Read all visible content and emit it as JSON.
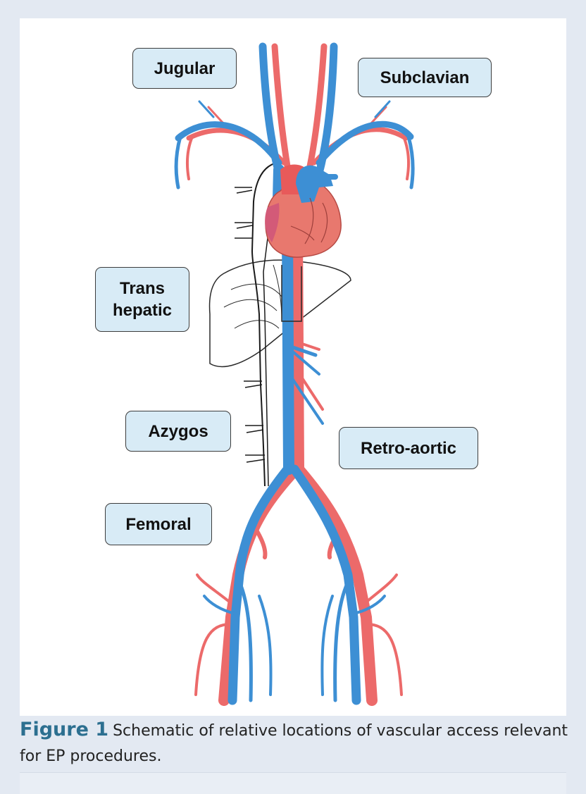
{
  "labels": {
    "jugular": "Jugular",
    "subclavian": "Subclavian",
    "trans_hepatic_line1": "Trans",
    "trans_hepatic_line2": "hepatic",
    "azygos": "Azygos",
    "retro_aortic": "Retro-aortic",
    "femoral": "Femoral"
  },
  "caption": {
    "figure_label": "Figure 1",
    "text_line1": "Schematic of relative locations of vascular access relevant",
    "text_line2": "for EP procedures."
  },
  "colors": {
    "vein": "#3d8fd4",
    "artery": "#ec6a6a",
    "heart": "#e8786e",
    "label_fill": "#d8ebf6",
    "figure_label": "#2c6f90"
  }
}
